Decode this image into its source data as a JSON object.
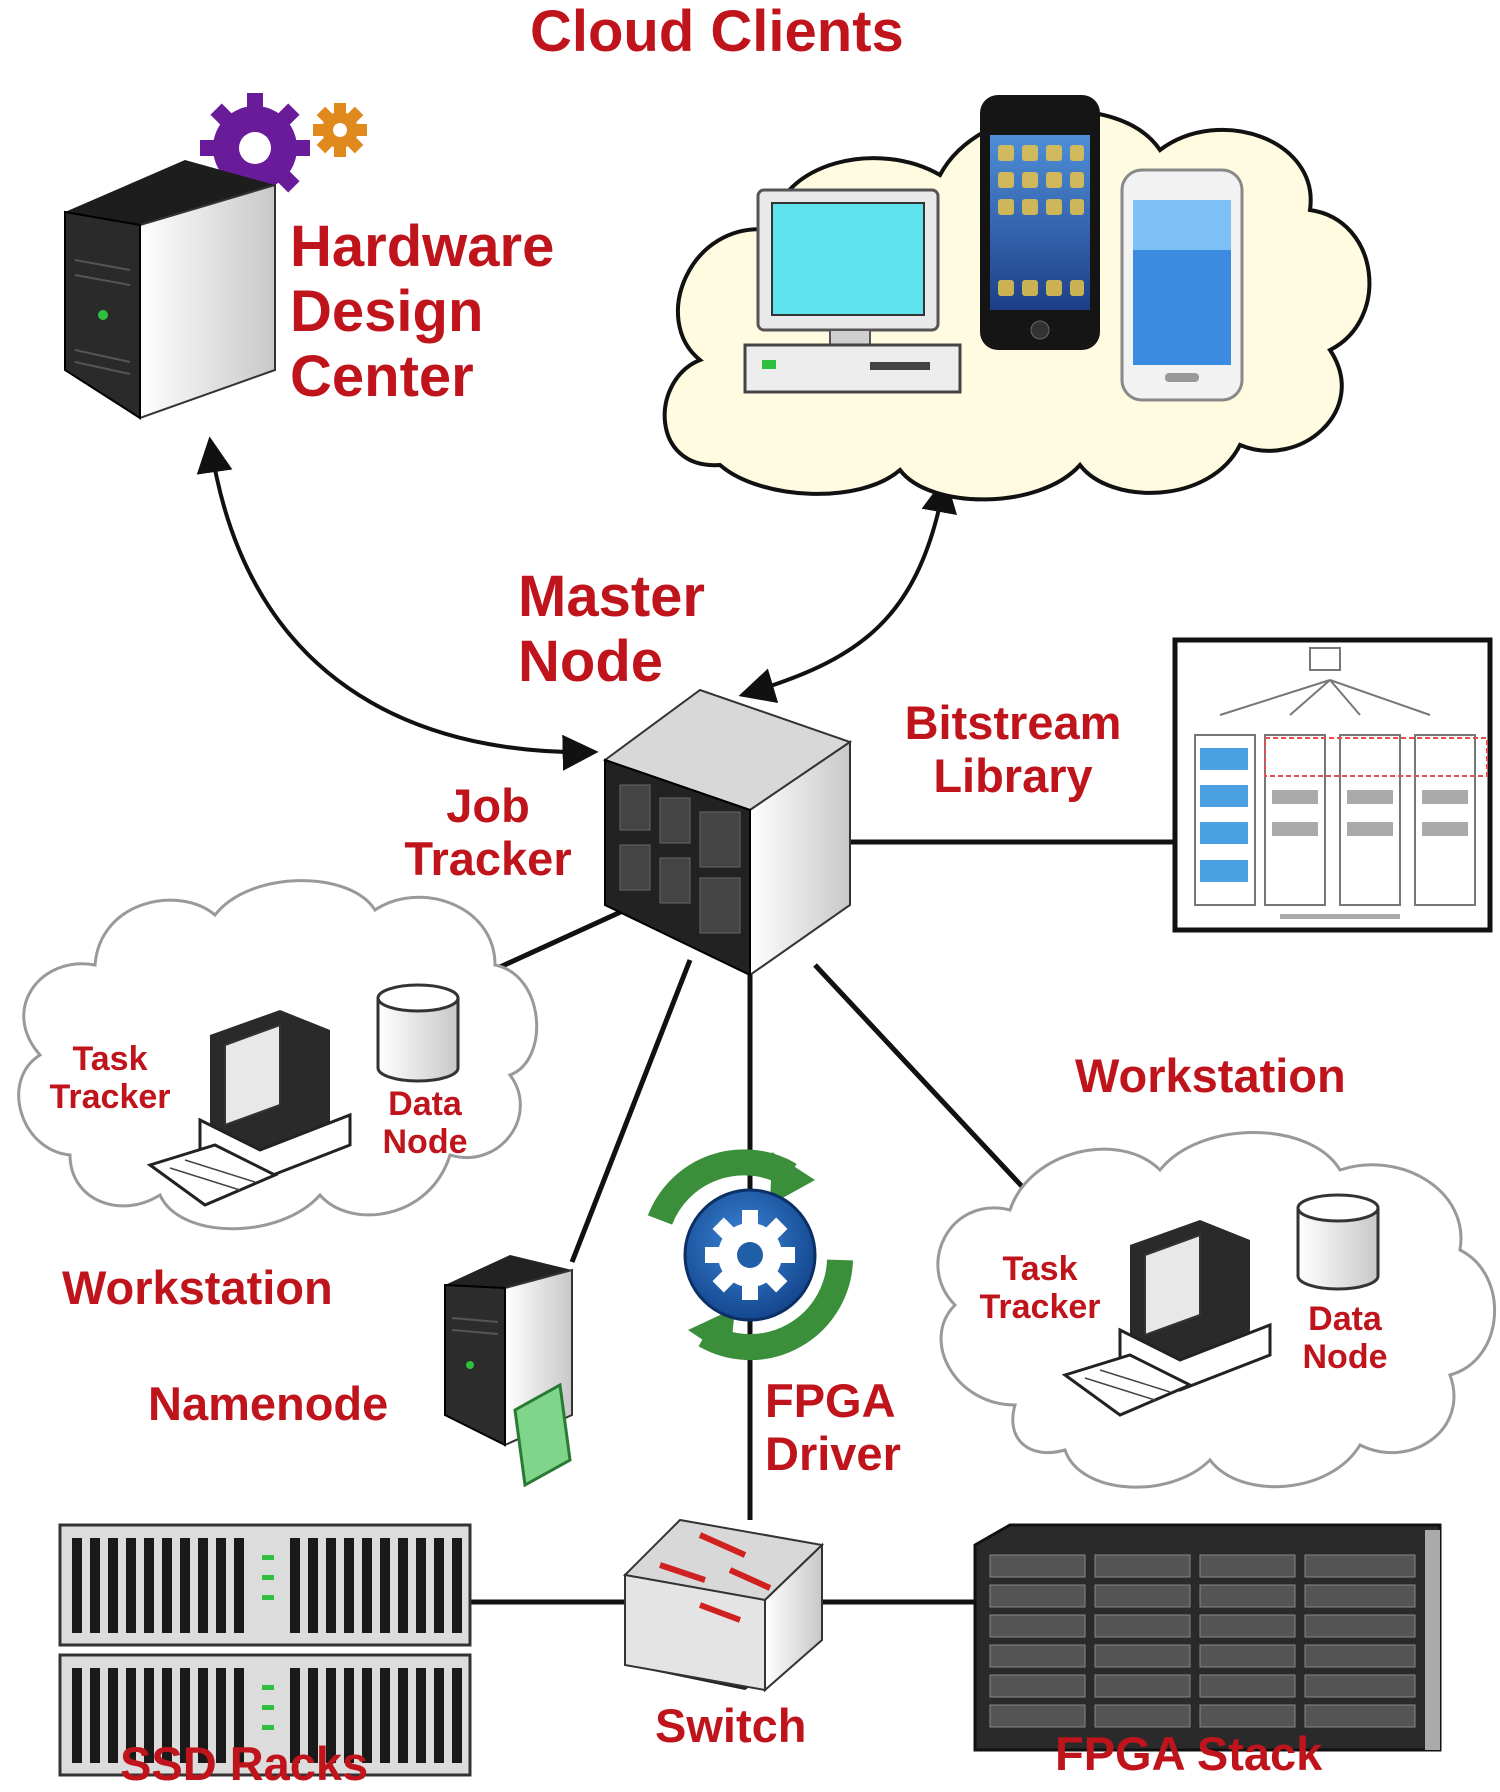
{
  "labels": {
    "cloud_clients": "Cloud Clients",
    "hardware_design_center": [
      "Hardware",
      "Design",
      "Center"
    ],
    "master_node": [
      "Master",
      "Node"
    ],
    "job_tracker": [
      "Job",
      "Tracker"
    ],
    "bitstream_library": [
      "Bitstream",
      "Library"
    ],
    "workstation_left": "Workstation",
    "workstation_right": "Workstation",
    "task_tracker_left": [
      "Task",
      "Tracker"
    ],
    "data_node_left": [
      "Data",
      "Node"
    ],
    "task_tracker_right": [
      "Task",
      "Tracker"
    ],
    "data_node_right": [
      "Data",
      "Node"
    ],
    "namenode": "Namenode",
    "fpga_driver": [
      "FPGA",
      "Driver"
    ],
    "switch": "Switch",
    "ssd_racks": "SSD Racks",
    "fpga_stack": "FPGA Stack"
  },
  "colors": {
    "label": "#c0141c",
    "cloud_fill_clients": "#fffbe0",
    "gear_purple": "#6a1b9a",
    "gear_orange": "#e08a1e",
    "monitor_screen": "#5fe3ef",
    "driver_green": "#3c8f3a",
    "driver_blue": "#1f5fa8"
  }
}
